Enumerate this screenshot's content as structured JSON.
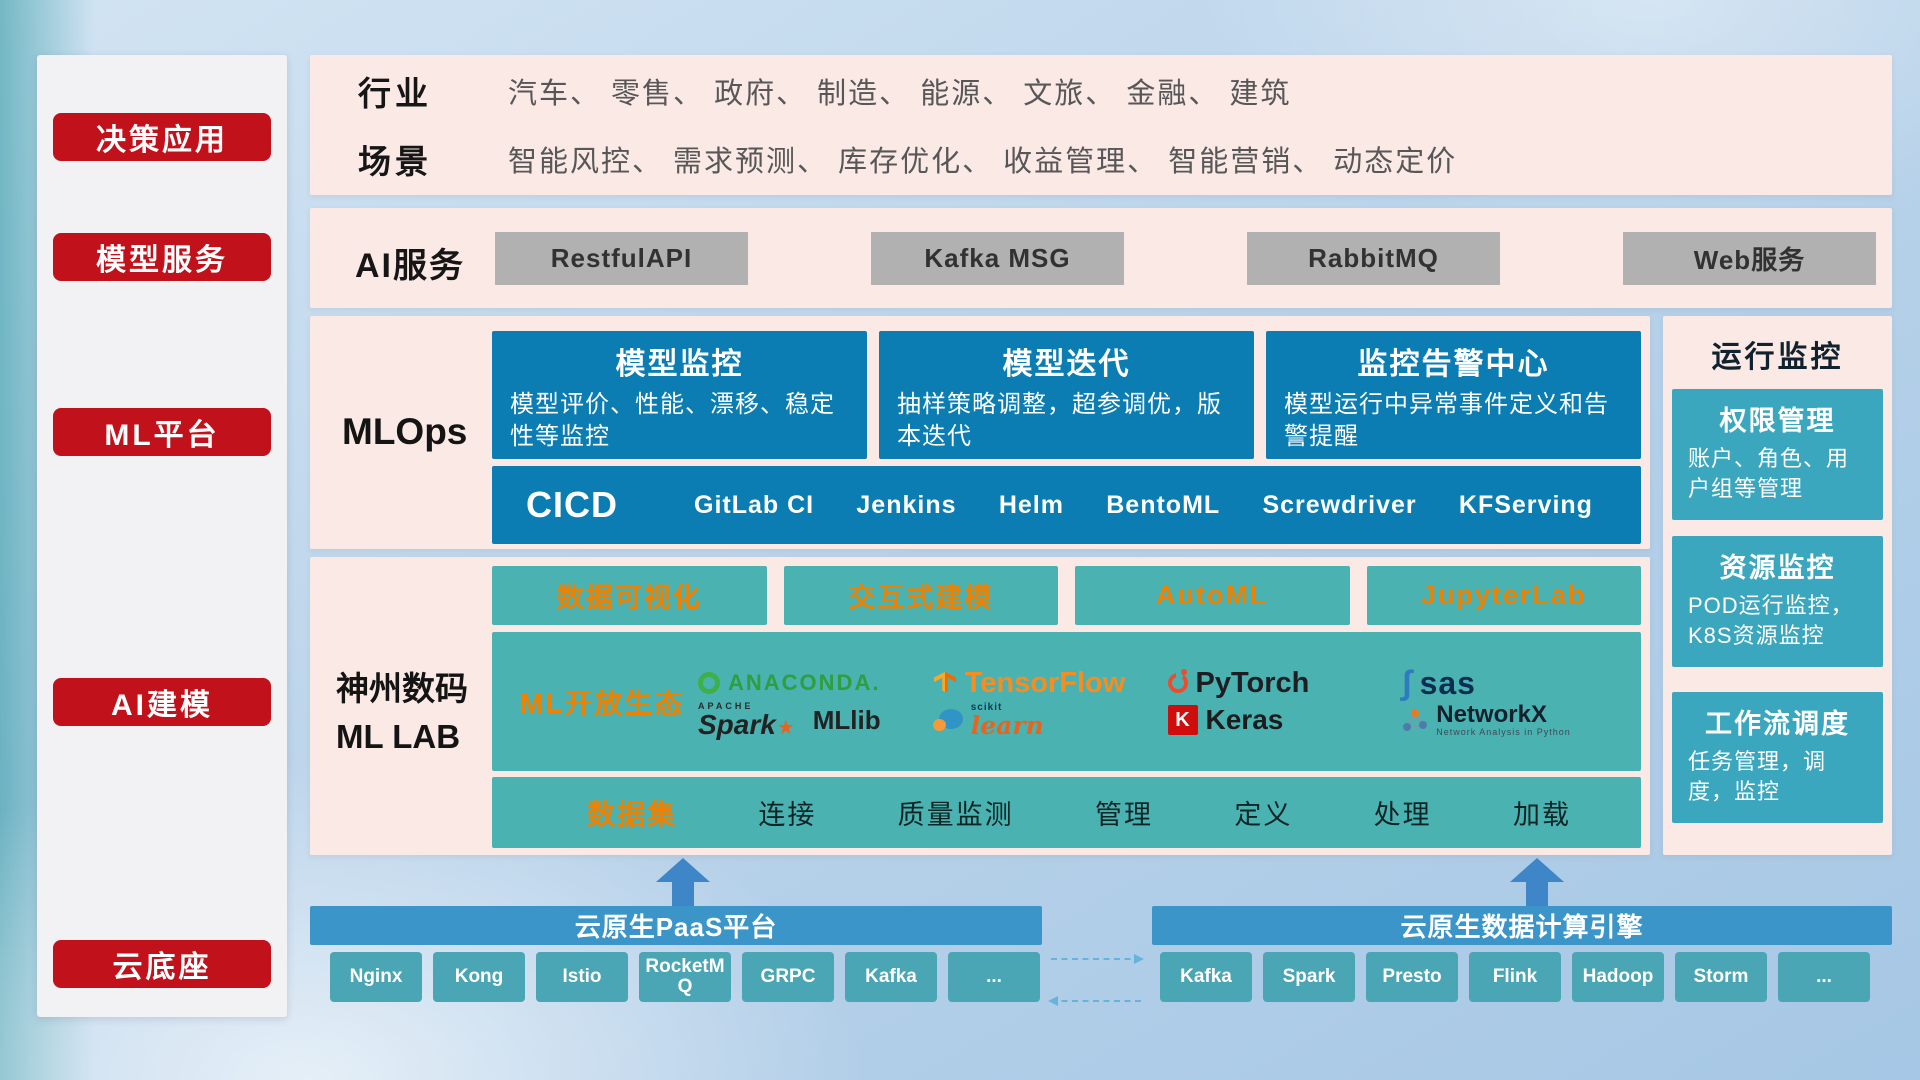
{
  "sidebar": {
    "items": [
      {
        "label": "决策应用"
      },
      {
        "label": "模型服务"
      },
      {
        "label": "ML平台"
      },
      {
        "label": "AI建模"
      },
      {
        "label": "云底座"
      }
    ]
  },
  "industry": {
    "label": "行业",
    "value": "汽车、 零售、 政府、 制造、 能源、 文旅、 金融、 建筑",
    "scene_label": "场景",
    "scene_value": "智能风控、 需求预测、 库存优化、 收益管理、 智能营销、 动态定价"
  },
  "ai_service": {
    "label": "AI服务",
    "buttons": [
      "RestfulAPI",
      "Kafka MSG",
      "RabbitMQ",
      "Web服务"
    ]
  },
  "mlops": {
    "label": "MLOps",
    "cards": [
      {
        "title": "模型监控",
        "desc": "模型评价、性能、漂移、稳定性等监控"
      },
      {
        "title": "模型迭代",
        "desc": "抽样策略调整，超参调优，版本迭代"
      },
      {
        "title": "监控告警中心",
        "desc": "模型运行中异常事件定义和告警提醒"
      }
    ],
    "cicd": {
      "title": "CICD",
      "items": [
        "GitLab CI",
        "Jenkins",
        "Helm",
        "BentoML",
        "Screwdriver",
        "KFServing"
      ]
    }
  },
  "monitoring": {
    "title": "运行监控",
    "cards": [
      {
        "title": "权限管理",
        "desc": "账户、角色、用户组等管理"
      },
      {
        "title": "资源监控",
        "desc": "POD运行监控，K8S资源监控"
      },
      {
        "title": "工作流调度",
        "desc": "任务管理，调度，监控"
      }
    ]
  },
  "mllab": {
    "label_line1": "神州数码",
    "label_line2": "ML LAB",
    "tools": [
      "数据可视化",
      "交互式建模",
      "AutoML",
      "JupyterLab"
    ],
    "ecosystem": {
      "label": "ML开放生态",
      "logos": [
        {
          "name": "Anaconda",
          "text": "ANACONDA."
        },
        {
          "name": "TensorFlow",
          "text": "TensorFlow"
        },
        {
          "name": "PyTorch",
          "text": "PyTorch"
        },
        {
          "name": "SAS",
          "text": "sas"
        },
        {
          "name": "Apache Spark MLlib",
          "super": "APACHE",
          "text": "Spark",
          "star": "★",
          "text2": "MLlib"
        },
        {
          "name": "scikit-learn",
          "super": "scikit",
          "text": "learn"
        },
        {
          "name": "Keras",
          "icon_letter": "K",
          "text": "Keras"
        },
        {
          "name": "NetworkX",
          "text": "NetworkX",
          "subtitle": "Network Analysis in Python"
        }
      ]
    },
    "dataset": {
      "label": "数据集",
      "items": [
        "连接",
        "质量监测",
        "管理",
        "定义",
        "处理",
        "加载"
      ]
    }
  },
  "cloud": {
    "paas": {
      "title": "云原生PaaS平台",
      "items": [
        "Nginx",
        "Kong",
        "Istio",
        "RocketMQ",
        "GRPC",
        "Kafka",
        "..."
      ]
    },
    "engine": {
      "title": "云原生数据计算引擎",
      "items": [
        "Kafka",
        "Spark",
        "Presto",
        "Flink",
        "Hadoop",
        "Storm",
        "..."
      ]
    }
  },
  "colors": {
    "red_accent": "#c1121c",
    "panel_pink": "#fbe9e6",
    "mlops_blue": "#0b7db3",
    "teal": "#4bb2b2",
    "monitor_teal": "#3ba7bf",
    "orange_text": "#ee8200",
    "gray_button": "#b2b1b1",
    "bar_blue": "#3b95c8",
    "chip_teal": "#4aa5b5",
    "arrow_blue": "#3f86c8"
  }
}
